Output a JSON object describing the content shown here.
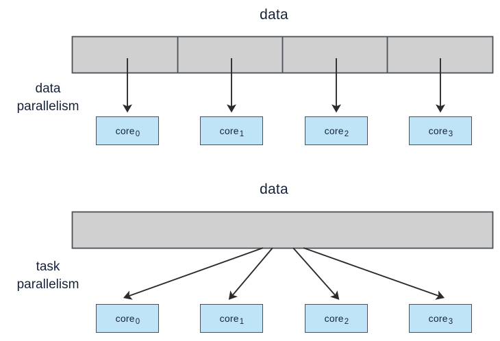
{
  "figure": {
    "background_color": "#ffffff",
    "bar_fill_color": "#d0d0d0",
    "bar_stroke_color": "#4a5059",
    "core_fill_color": "#bfe4f8",
    "core_stroke_color": "#4a5059",
    "arrow_color": "#2b2b2b",
    "text_color": "#16213a"
  },
  "panels": [
    {
      "id": "data-parallelism",
      "title": "data",
      "side_label_lines": [
        "data",
        "parallelism"
      ],
      "bar": {
        "segmented": true,
        "segment_count": 4
      },
      "cores": [
        {
          "label": "core",
          "subscript": "0"
        },
        {
          "label": "core",
          "subscript": "1"
        },
        {
          "label": "core",
          "subscript": "2"
        },
        {
          "label": "core",
          "subscript": "3"
        }
      ],
      "arrow_style": "vertical-parallel",
      "arrow_count": 4
    },
    {
      "id": "task-parallelism",
      "title": "data",
      "side_label_lines": [
        "task",
        "parallelism"
      ],
      "bar": {
        "segmented": false,
        "segment_count": 1
      },
      "cores": [
        {
          "label": "core",
          "subscript": "0"
        },
        {
          "label": "core",
          "subscript": "1"
        },
        {
          "label": "core",
          "subscript": "2"
        },
        {
          "label": "core",
          "subscript": "3"
        }
      ],
      "arrow_style": "diverging-fan",
      "arrow_count": 4
    }
  ]
}
